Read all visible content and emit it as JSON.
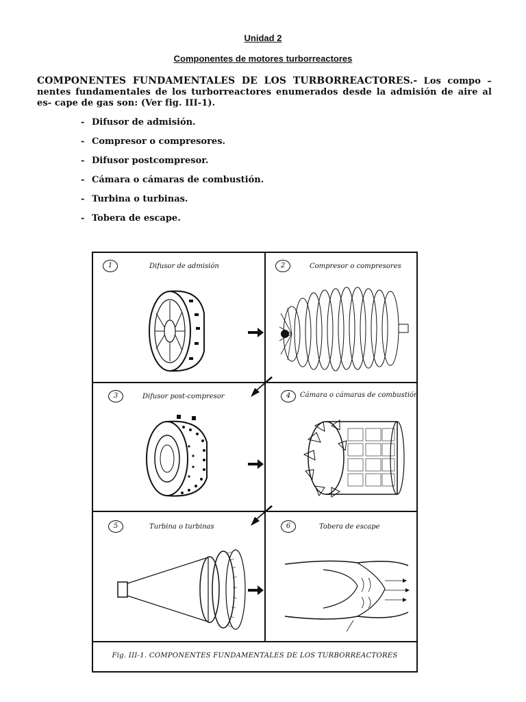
{
  "unit": "Unidad 2",
  "subtitle": "Componentes de motores turborreactores",
  "intro": {
    "heading": "COMPONENTES FUNDAMENTALES DE LOS TURBORREACTORES.-",
    "body": " Los compo – nentes fundamentales de los turborreactores enumerados desde la admisión de aire al es- cape de gas son: (Ver fig. III-1)."
  },
  "components": [
    "Difusor de admisión.",
    "Compresor o compresores.",
    "Difusor postcompresor.",
    "Cámara o cámaras de combustión.",
    "Turbina o turbinas.",
    "Tobera de escape."
  ],
  "figure": {
    "cells": [
      {
        "number": "1",
        "label": "Difusor de admisión"
      },
      {
        "number": "2",
        "label": "Compresor o compresores"
      },
      {
        "number": "3",
        "label": "Difusor post-compresor"
      },
      {
        "number": "4",
        "label": "Cámara o cámaras de combustión"
      },
      {
        "number": "5",
        "label": "Turbina o turbinas"
      },
      {
        "number": "6",
        "label": "Tobera de escape"
      }
    ],
    "caption": "Fig. III-1. COMPONENTES FUNDAMENTALES DE LOS TURBORREACTORES"
  }
}
